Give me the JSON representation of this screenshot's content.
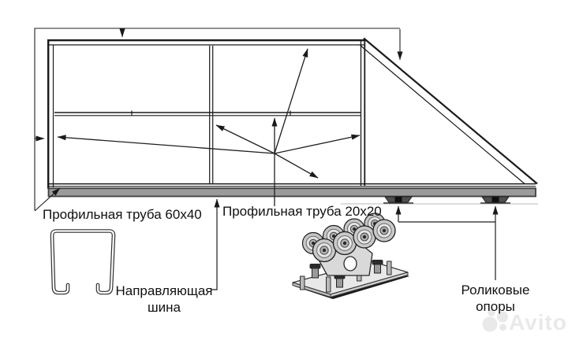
{
  "labels": {
    "tube_60x40": "Профильная труба 60x40",
    "tube_20x20": "Профильная труба 20x20",
    "guide_rail": {
      "line1": "Направляющая",
      "line2": "шина"
    },
    "roller_supports": {
      "line1": "Роликовые",
      "line2": "опоры"
    }
  },
  "watermark": {
    "brand": "Avito"
  },
  "colors": {
    "line": "#1a1a1a",
    "rail_fill": "#9b9b9b",
    "roller_support_fill": "#4f4f4f",
    "watermark": "#e9e9e9"
  }
}
